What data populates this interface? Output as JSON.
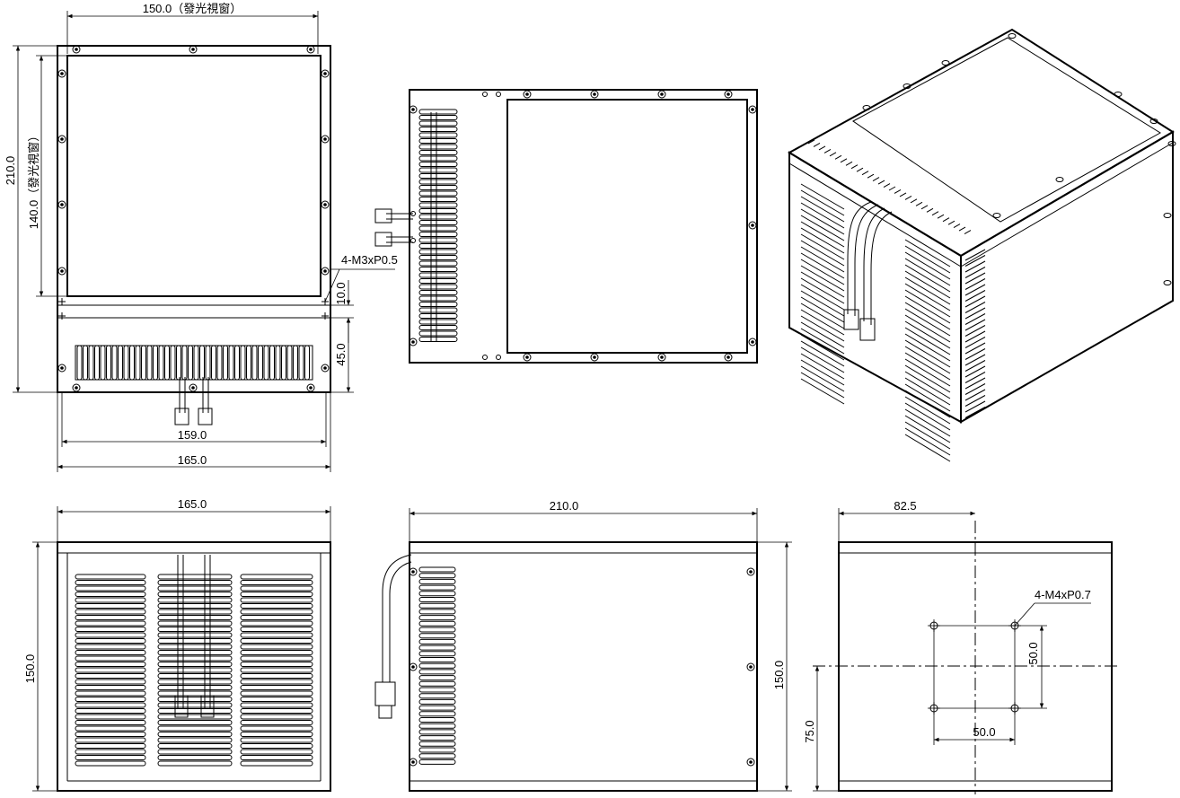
{
  "dimensions": {
    "front_width": "150.0（發光視窗）",
    "front_height_total": "210.0",
    "front_height_window": "140.0（發光視窗）",
    "front_thread_note": "4-M3xP0.5",
    "front_offset_small": "10.0",
    "front_offset_fin": "45.0",
    "front_inner_width": "159.0",
    "front_outer_width": "165.0",
    "bottom_left_width": "165.0",
    "bottom_left_height": "150.0",
    "bottom_mid_width": "210.0",
    "bottom_mid_height": "150.0",
    "bottom_right_half": "82.5",
    "bottom_right_thread_note": "4-M4xP0.7",
    "bottom_right_hole_v": "50.0",
    "bottom_right_hole_h": "50.0",
    "bottom_right_height": "75.0"
  }
}
